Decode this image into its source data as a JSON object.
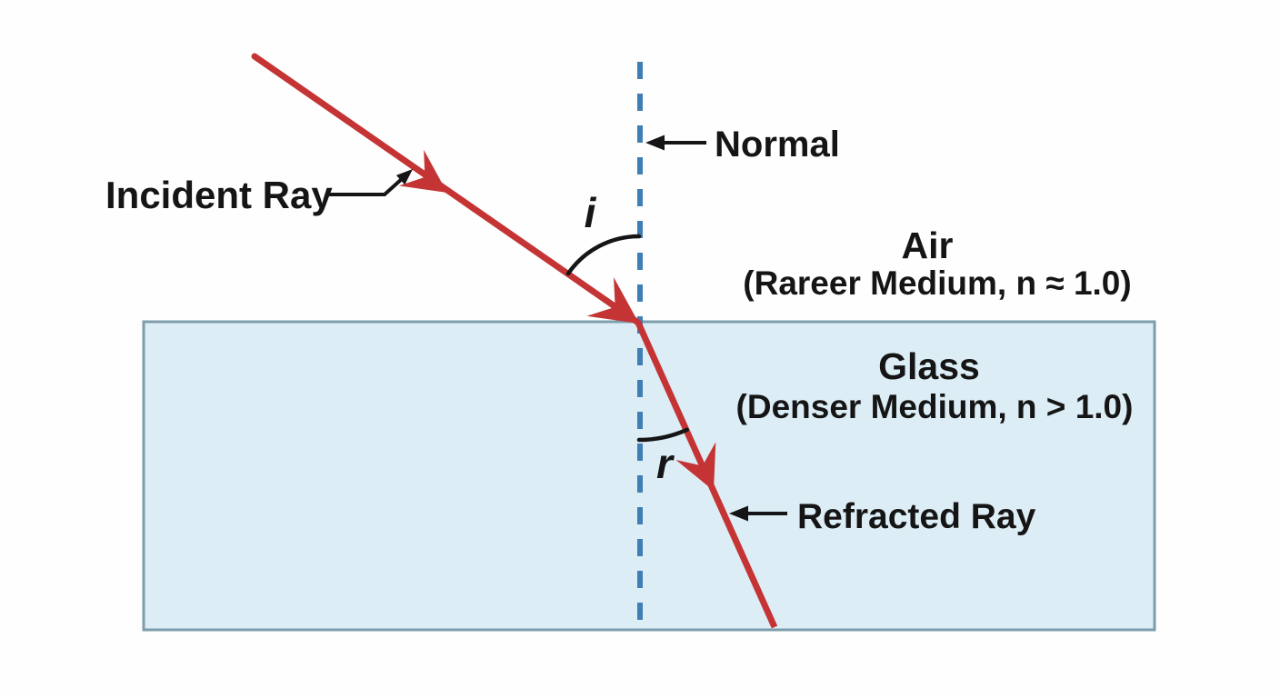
{
  "labels": {
    "incident_ray": "Incident Ray",
    "normal": "Normal",
    "refracted_ray": "Refracted Ray",
    "angle_of_incidence": "i",
    "angle_of_refraction": "r"
  },
  "media": {
    "air_name": "Air",
    "air_detail": "(Rareer Medium, n ≈ 1.0)",
    "glass_name": "Glass",
    "glass_detail": "(Denser Medium, n > 1.0)"
  },
  "colors": {
    "background": "#fefefe",
    "ray": "#c53434",
    "normal_line": "#3f7fb5",
    "glass_fill": "#ddedf5",
    "glass_border": "#7d9dac",
    "annotation": "#151515"
  }
}
